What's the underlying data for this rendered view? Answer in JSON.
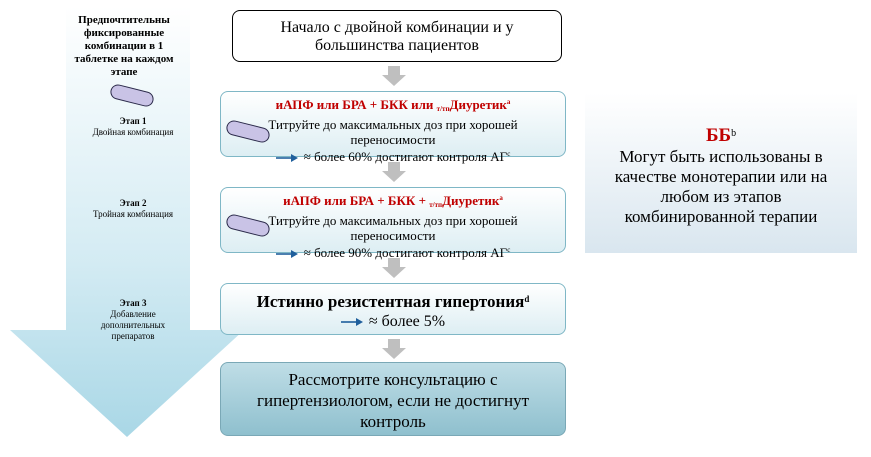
{
  "sidebar": {
    "title": "Предпочтительны фиксированные комбинации в 1 таблетке на каждом этапе",
    "stages": [
      {
        "label": "Этап 1",
        "desc": "Двойная комбинация"
      },
      {
        "label": "Этап 2",
        "desc": "Тройная комбинация"
      },
      {
        "label": "Этап 3",
        "desc": "Добавление дополнительных препаратов"
      }
    ]
  },
  "start": {
    "line1": "Начало с двойной комбинации и у",
    "line2": "большинства пациентов"
  },
  "step1": {
    "drugs_a": "иАПФ или БРА + БКК или ",
    "drugs_sub": "т/тп",
    "drugs_b": "Диуретик",
    "drugs_sup": "a",
    "titrate1": "Титруйте до максимальных доз при хорошей",
    "titrate2": "переносимости",
    "result": "≈ более 60% достигают контроля АГ",
    "result_sup": "c"
  },
  "step2": {
    "drugs_a": "иАПФ или БРА + БКК + ",
    "drugs_sub": "т/тп",
    "drugs_b": "Диуретик",
    "drugs_sup": "a",
    "titrate1": "Титруйте до максимальных доз при хорошей",
    "titrate2": "переносимости",
    "result": "≈ более 90% достигают контроля АГ",
    "result_sup": "c"
  },
  "step3": {
    "title": "Истинно резистентная гипертония",
    "title_sup": "d",
    "result": "≈ более 5%"
  },
  "final": {
    "line1": "Рассмотрите консультацию с",
    "line2": "гипертензиологом, если не достигнут",
    "line3": "контроль"
  },
  "bb": {
    "title": "ББ",
    "title_sup": "b",
    "line1": "Могут быть использованы в",
    "line2": "качестве монотерапии или на",
    "line3": "любом из этапов",
    "line4": "комбинированной терапии"
  },
  "colors": {
    "accent_red": "#c00000",
    "arrow_blue": "#1f5f9c",
    "panel_teal": "#9ccbd7"
  }
}
